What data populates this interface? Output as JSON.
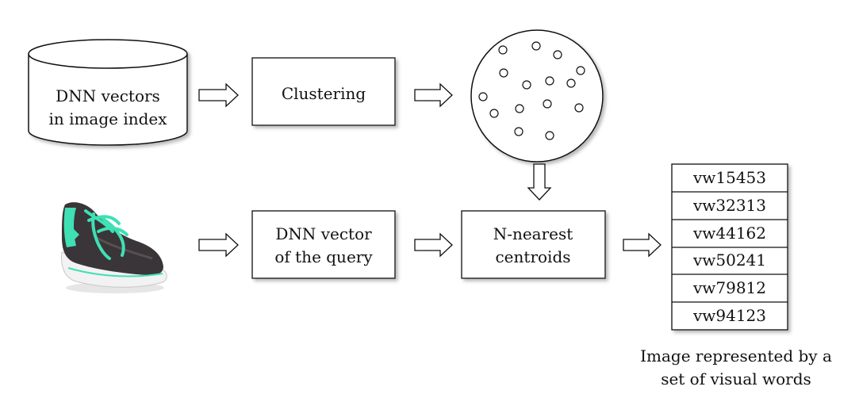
{
  "diagram": {
    "db_label": [
      "DNN vectors",
      "in image index"
    ],
    "clustering_label": "Clustering",
    "query_vector_label": [
      "DNN vector",
      "of the query"
    ],
    "centroids_label": [
      "N-nearest",
      "centroids"
    ],
    "visual_words": [
      "vw15453",
      "vw32313",
      "vw44162",
      "vw50241",
      "vw79812",
      "vw94123"
    ],
    "caption": [
      "Image represented by a",
      "set of visual words"
    ],
    "query_image": "sneaker-photo",
    "colors": {
      "stroke": "#111111",
      "shadow": "#bdbdbd",
      "shoe_body": "#3a3538",
      "shoe_accent": "#3fe0b4",
      "shoe_sole": "#f2f2f2"
    }
  }
}
